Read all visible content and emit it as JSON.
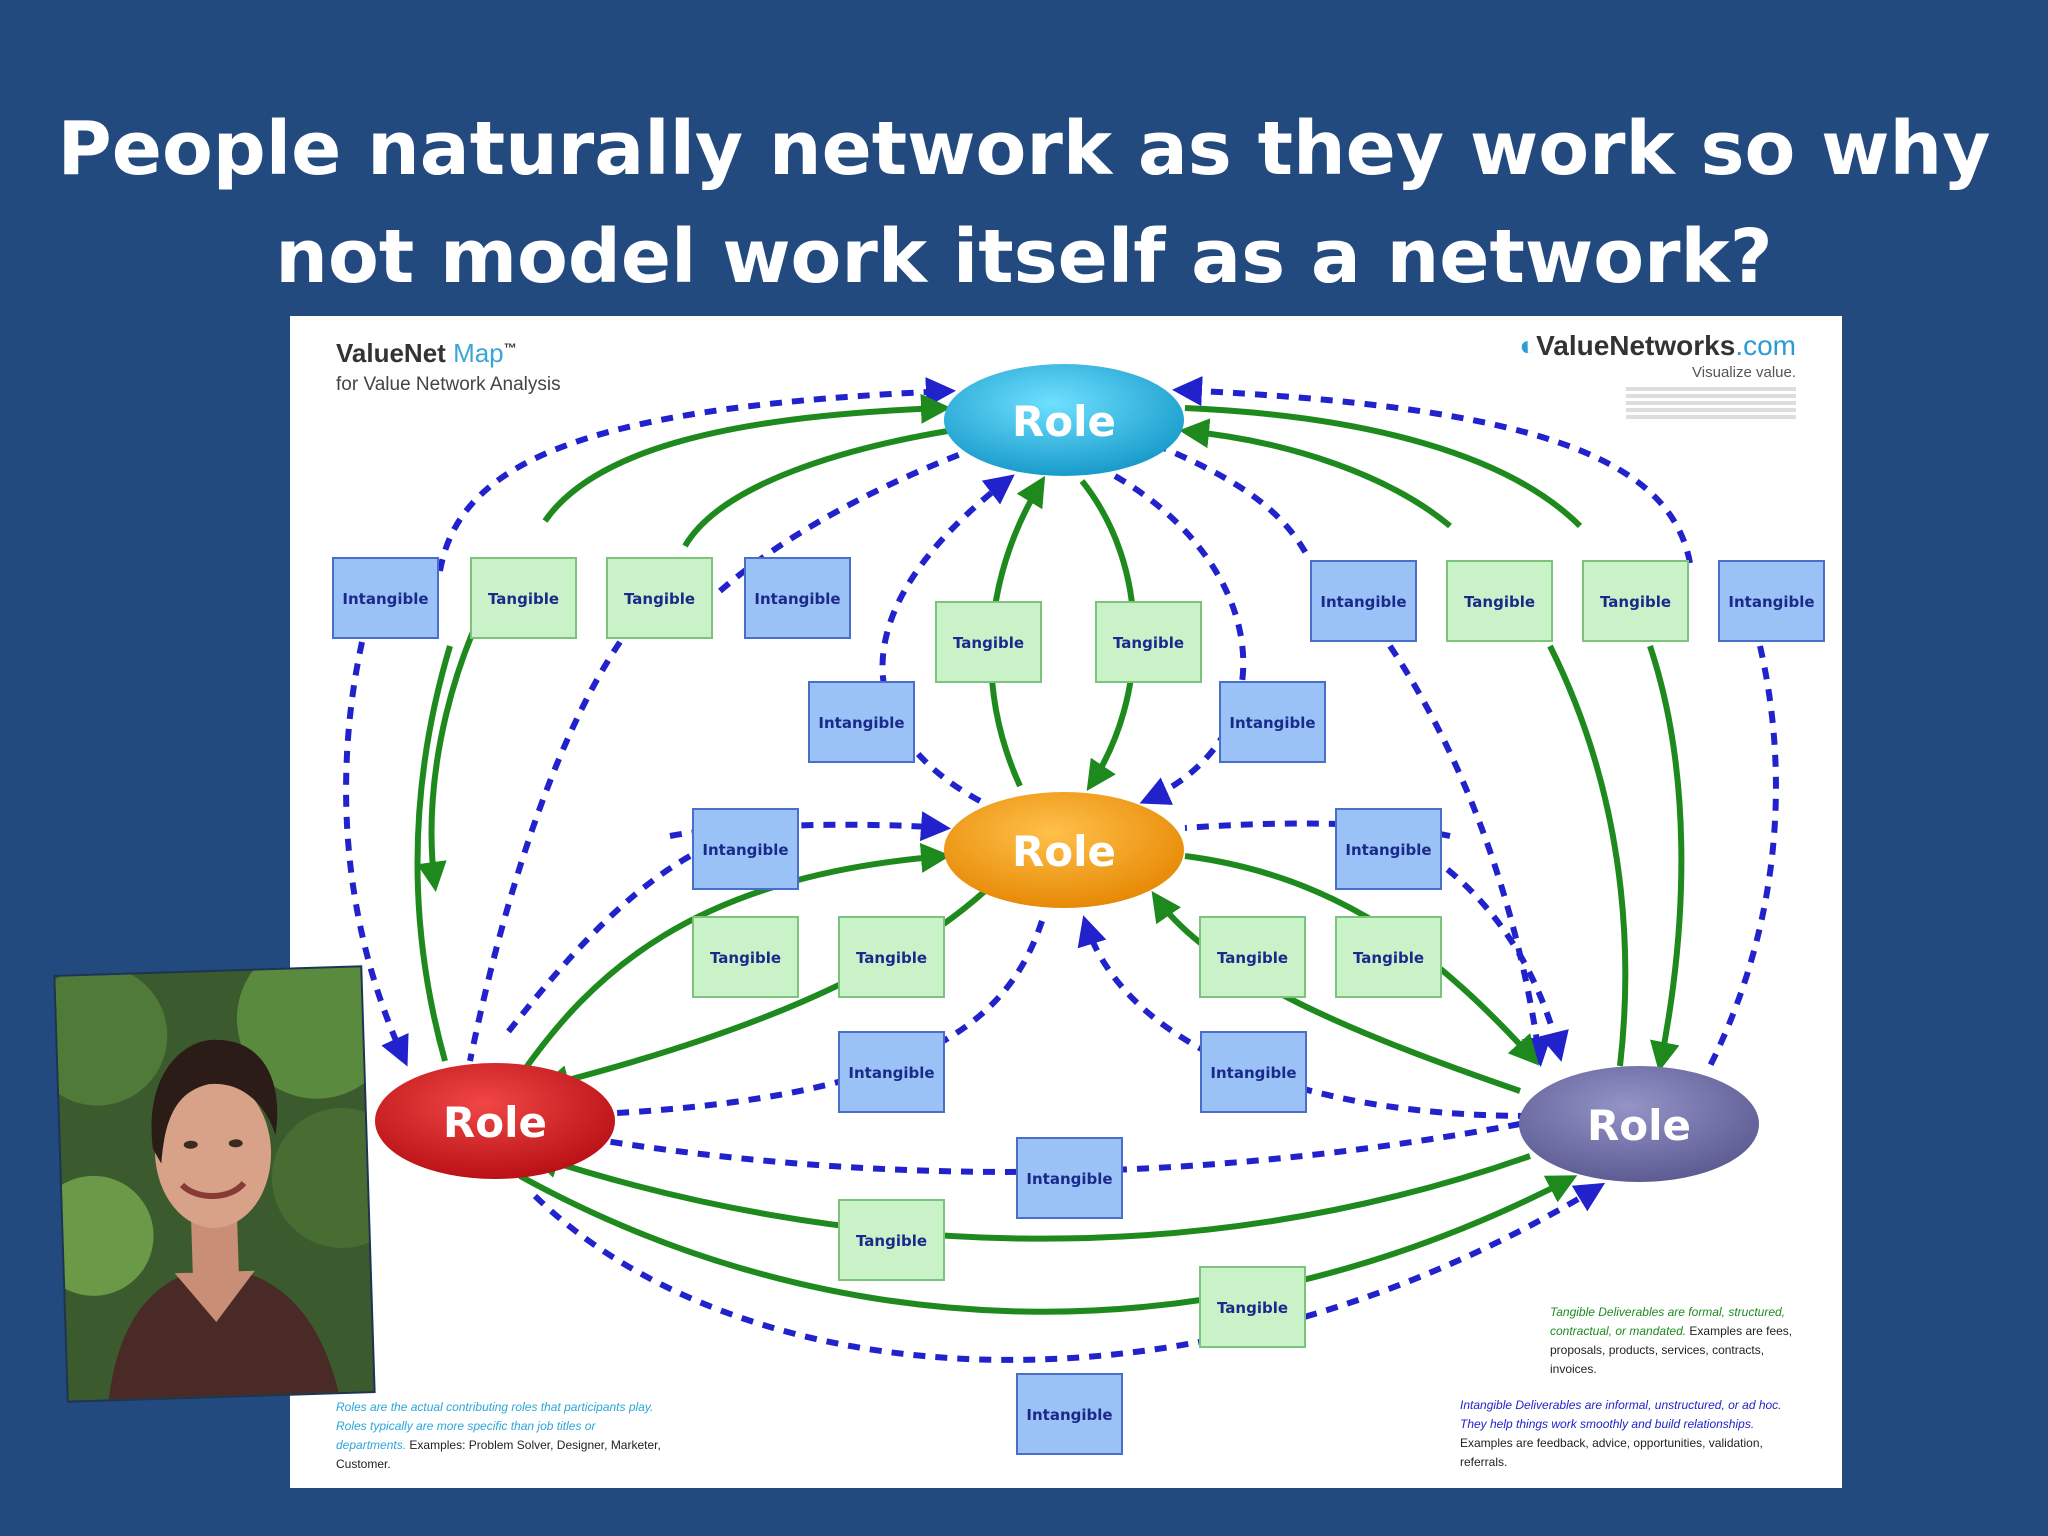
{
  "slide": {
    "title_line1": "People naturally network as they work so why",
    "title_line2": "not model work itself as a network?"
  },
  "map": {
    "title": "ValueNet",
    "title_suffix": "Map",
    "tm": "™",
    "subtitle": "for Value Network Analysis",
    "brand_name": "ValueNetworks",
    "brand_tld": ".com",
    "brand_tagline": "Visualize value.",
    "roles": [
      {
        "id": "top",
        "label": "Role",
        "color": "#20b4e2"
      },
      {
        "id": "center",
        "label": "Role",
        "color": "#f39a10"
      },
      {
        "id": "left",
        "label": "Role",
        "color": "#d9161c"
      },
      {
        "id": "right",
        "label": "Role",
        "color": "#6b6aa4"
      }
    ],
    "boxes": [
      {
        "type": "intangible",
        "label": "Intangible"
      },
      {
        "type": "tangible",
        "label": "Tangible"
      },
      {
        "type": "tangible",
        "label": "Tangible"
      },
      {
        "type": "intangible",
        "label": "Intangible"
      },
      {
        "type": "intangible",
        "label": "Intangible"
      },
      {
        "type": "tangible",
        "label": "Tangible"
      },
      {
        "type": "tangible",
        "label": "Tangible"
      },
      {
        "type": "intangible",
        "label": "Intangible"
      },
      {
        "type": "tangible",
        "label": "Tangible"
      },
      {
        "type": "tangible",
        "label": "Tangible"
      },
      {
        "type": "intangible",
        "label": "Intangible"
      },
      {
        "type": "intangible",
        "label": "Intangible"
      },
      {
        "type": "intangible",
        "label": "Intangible"
      },
      {
        "type": "intangible",
        "label": "Intangible"
      },
      {
        "type": "tangible",
        "label": "Tangible"
      },
      {
        "type": "tangible",
        "label": "Tangible"
      },
      {
        "type": "tangible",
        "label": "Tangible"
      },
      {
        "type": "tangible",
        "label": "Tangible"
      },
      {
        "type": "intangible",
        "label": "Intangible"
      },
      {
        "type": "intangible",
        "label": "Intangible"
      },
      {
        "type": "intangible",
        "label": "Intangible"
      },
      {
        "type": "tangible",
        "label": "Tangible"
      },
      {
        "type": "tangible",
        "label": "Tangible"
      },
      {
        "type": "intangible",
        "label": "Intangible"
      }
    ],
    "colors": {
      "tangible_fill": "#c9f2c9",
      "tangible_stroke": "#7cc37c",
      "intangible_fill": "#9bc2f7",
      "intangible_stroke": "#4a6fc9",
      "tangible_line": "#1e8a1e",
      "intangible_line": "#2222cc",
      "box_text": "#1a2a8a"
    },
    "legend_roles": {
      "italic": "Roles are the actual contributing roles that participants play. Roles typically are more specific than job titles or departments.",
      "plain": "Examples: Problem Solver, Designer, Marketer, Customer."
    },
    "legend_tangible": {
      "italic": "Tangible Deliverables are formal, structured, contractual, or mandated.",
      "plain": "Examples are fees, proposals, products, services, contracts, invoices."
    },
    "legend_intangible": {
      "italic": "Intangible Deliverables are informal, unstructured, or ad hoc. They help things work smoothly and build relationships.",
      "plain": "Examples are feedback, advice, opportunities, validation, referrals."
    }
  }
}
